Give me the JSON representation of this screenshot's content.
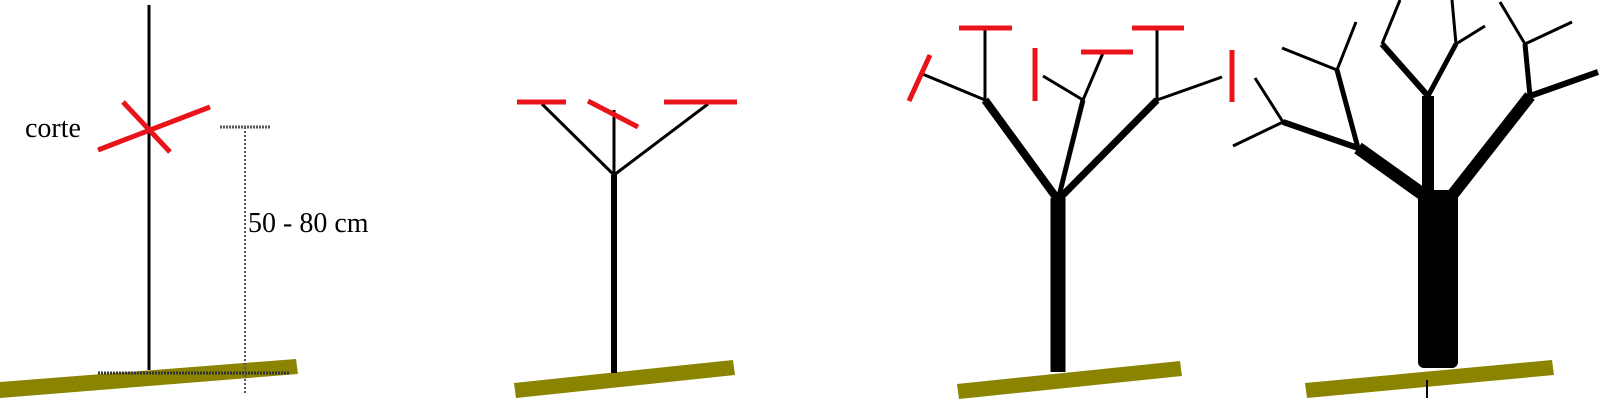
{
  "labels": {
    "cut": "corte",
    "height_range": "50 - 80 cm"
  },
  "stages": [
    {
      "id": "stage-1",
      "description_shown": false
    },
    {
      "id": "stage-2",
      "description_shown": false
    },
    {
      "id": "stage-3",
      "description_shown": false
    },
    {
      "id": "stage-4",
      "description_shown": false
    }
  ],
  "colors": {
    "ground": "#8a8400",
    "cut_mark": "#e8141a",
    "wood": "#000000",
    "guide": "#555555"
  }
}
